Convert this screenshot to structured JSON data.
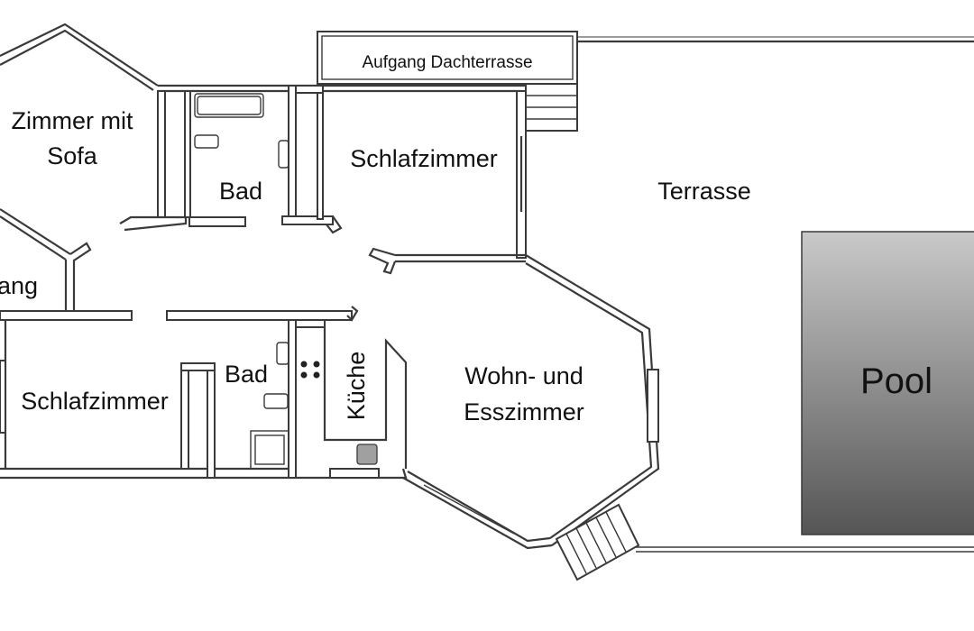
{
  "rooms": {
    "zimmer_sofa_line1": "Zimmer mit",
    "zimmer_sofa_line2": "Sofa",
    "bad_upper": "Bad",
    "schlafzimmer_upper": "Schlafzimmer",
    "terrasse": "Terrasse",
    "eingang_partial": "ang",
    "schlafzimmer_lower": "Schlafzimmer",
    "bad_lower": "Bad",
    "kueche": "Küche",
    "wohn_line1": "Wohn- und",
    "wohn_line2": "Esszimmer",
    "pool": "Pool",
    "aufgang": "Aufgang Dachterrasse"
  },
  "colors": {
    "wall": "#3a3a3a",
    "pool_top": "#c9c9c9",
    "pool_bottom": "#5a5a5a",
    "stove": "#a0a0a0"
  }
}
